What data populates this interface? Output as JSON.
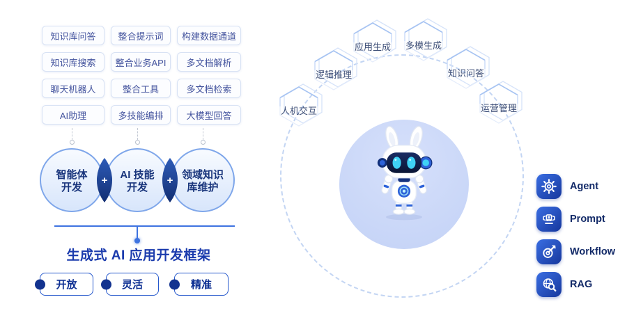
{
  "left": {
    "chips": [
      "知识库问答",
      "整合提示词",
      "构建数据通道",
      "知识库搜索",
      "整合业务API",
      "多文档解析",
      "聊天机器人",
      "整合工具",
      "多文档检索",
      "AI助理",
      "多技能编排",
      "大模型回答"
    ],
    "circles": [
      {
        "line1": "智能体",
        "line2": "开发"
      },
      {
        "line1": "AI 技能",
        "line2": "开发"
      },
      {
        "line1": "领域知识",
        "line2": "库维护"
      }
    ],
    "plus_symbol": "+",
    "framework_title": "生成式 AI 应用开发框架",
    "feature_buttons": [
      "开放",
      "灵活",
      "精准"
    ]
  },
  "center": {
    "capability_tags": [
      "人机交互",
      "逻辑推理",
      "应用生成",
      "多模生成",
      "知识问答",
      "运营管理"
    ],
    "mascot": "robot-mascot"
  },
  "right": {
    "menu": [
      {
        "icon": "gear-icon",
        "label": "Agent"
      },
      {
        "icon": "prompt-icon",
        "label": "Prompt"
      },
      {
        "icon": "workflow-target-icon",
        "label": "Workflow"
      },
      {
        "icon": "rag-search-icon",
        "label": "RAG"
      }
    ]
  },
  "colors": {
    "accent_blue": "#2e63d9",
    "navy_lens": "#122e72",
    "chip_text": "#44549e",
    "tag_outline": "#a6c3f2",
    "circle_border": "#7ea6ea",
    "title_blue": "#1b3bad",
    "mascot_bg": "#c7d5f8",
    "eye_cyan": "#3fd2f5"
  }
}
